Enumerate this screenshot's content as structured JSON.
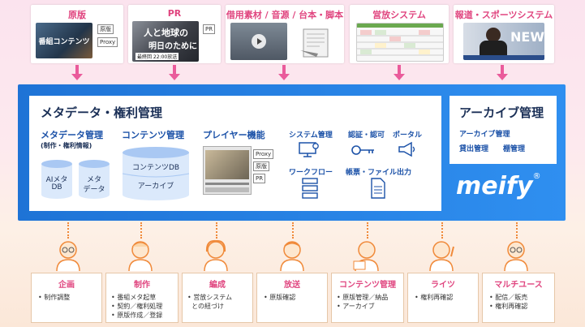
{
  "sources": [
    {
      "title": "原版",
      "thumb_text": "番組コンテンツ",
      "tags": [
        "原版",
        "Proxy"
      ]
    },
    {
      "title": "PR",
      "thumb_text_line1": "人と地球の",
      "thumb_text_line2": "明日のために",
      "thumb_bar": "最終回 22:00放送",
      "tags": [
        "PR"
      ]
    },
    {
      "title": "借用素材 / 音源 / 台本・脚本"
    },
    {
      "title": "営放システム"
    },
    {
      "title": "報道・スポーツシステム",
      "thumb_text": "NEW"
    }
  ],
  "main": {
    "title": "メタデータ・権利管理",
    "metadata_mgmt": {
      "heading": "メタデータ管理",
      "subheading": "(制作・権利情報)",
      "db1_line1": "AIメタ",
      "db1_line2": "DB",
      "db2_line1": "メタ",
      "db2_line2": "データ"
    },
    "content_mgmt": {
      "heading": "コンテンツ管理",
      "db_top": "コンテンツDB",
      "db_bottom": "アーカイブ"
    },
    "player": {
      "heading": "プレイヤー機能",
      "tags": [
        "Proxy",
        "原版",
        "PR"
      ]
    },
    "system_mgmt": {
      "label": "システム管理"
    },
    "auth": {
      "label": "認証・認可"
    },
    "portal": {
      "label": "ポータル"
    },
    "workflow": {
      "label": "ワークフロー"
    },
    "form_output": {
      "label": "帳票・ファイル出力"
    }
  },
  "archive": {
    "title": "アーカイブ管理",
    "items": [
      "アーカイブ管理",
      "貸出管理",
      "棚管理"
    ],
    "brand": "meify",
    "brand_mark": "®"
  },
  "roles": [
    {
      "title": "企画",
      "items": [
        "• 制作調整"
      ]
    },
    {
      "title": "制作",
      "items": [
        "• 番組メタ起草",
        "• 契約／権利処理",
        "• 原版作成／登録"
      ]
    },
    {
      "title": "編成",
      "items": [
        "• 営放システム",
        "  との紐づけ"
      ]
    },
    {
      "title": "放送",
      "items": [
        "• 原版確認"
      ]
    },
    {
      "title": "コンテンツ管理",
      "items": [
        "• 原版管理／納品",
        "• アーカイブ"
      ]
    },
    {
      "title": "ライツ",
      "items": [
        "• 権利再確認"
      ]
    },
    {
      "title": "マルチユース",
      "items": [
        "• 配信／販売",
        "• 権利再確認"
      ]
    }
  ],
  "colors": {
    "accent_pink": "#e0457f",
    "arrow_pink": "#ea5b9b",
    "band_blue": "#1e73d6",
    "heading_navy": "#1a2f56",
    "sub_blue": "#1c52a8",
    "dot_orange": "#f08a3a"
  }
}
